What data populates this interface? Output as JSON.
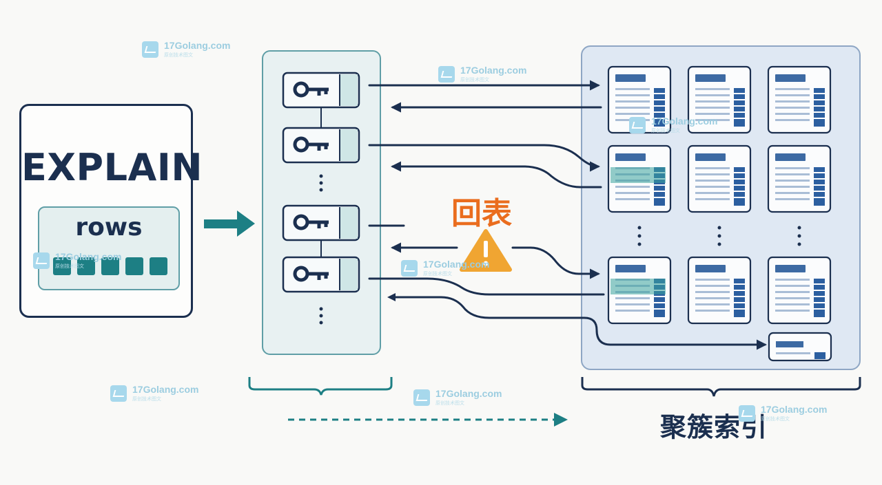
{
  "explain": {
    "title": "EXPLAIN",
    "rows_label": "rows"
  },
  "back_lookup_label": "回表",
  "clustered_index_label": "聚簇索引",
  "watermark": {
    "text": "17Golang.com",
    "subtext": "原创技术图文"
  },
  "icons": [
    "key-icon",
    "warning-icon",
    "arrow-right-icon",
    "table-icon",
    "brace-icon",
    "ellipsis-icon"
  ],
  "colors": {
    "navy": "#1b2f4f",
    "teal": "#1d7f84",
    "orange": "#ea6d1e",
    "panel_blue": "#dfe8f3",
    "index_teal_bg": "#e8f1f2"
  }
}
